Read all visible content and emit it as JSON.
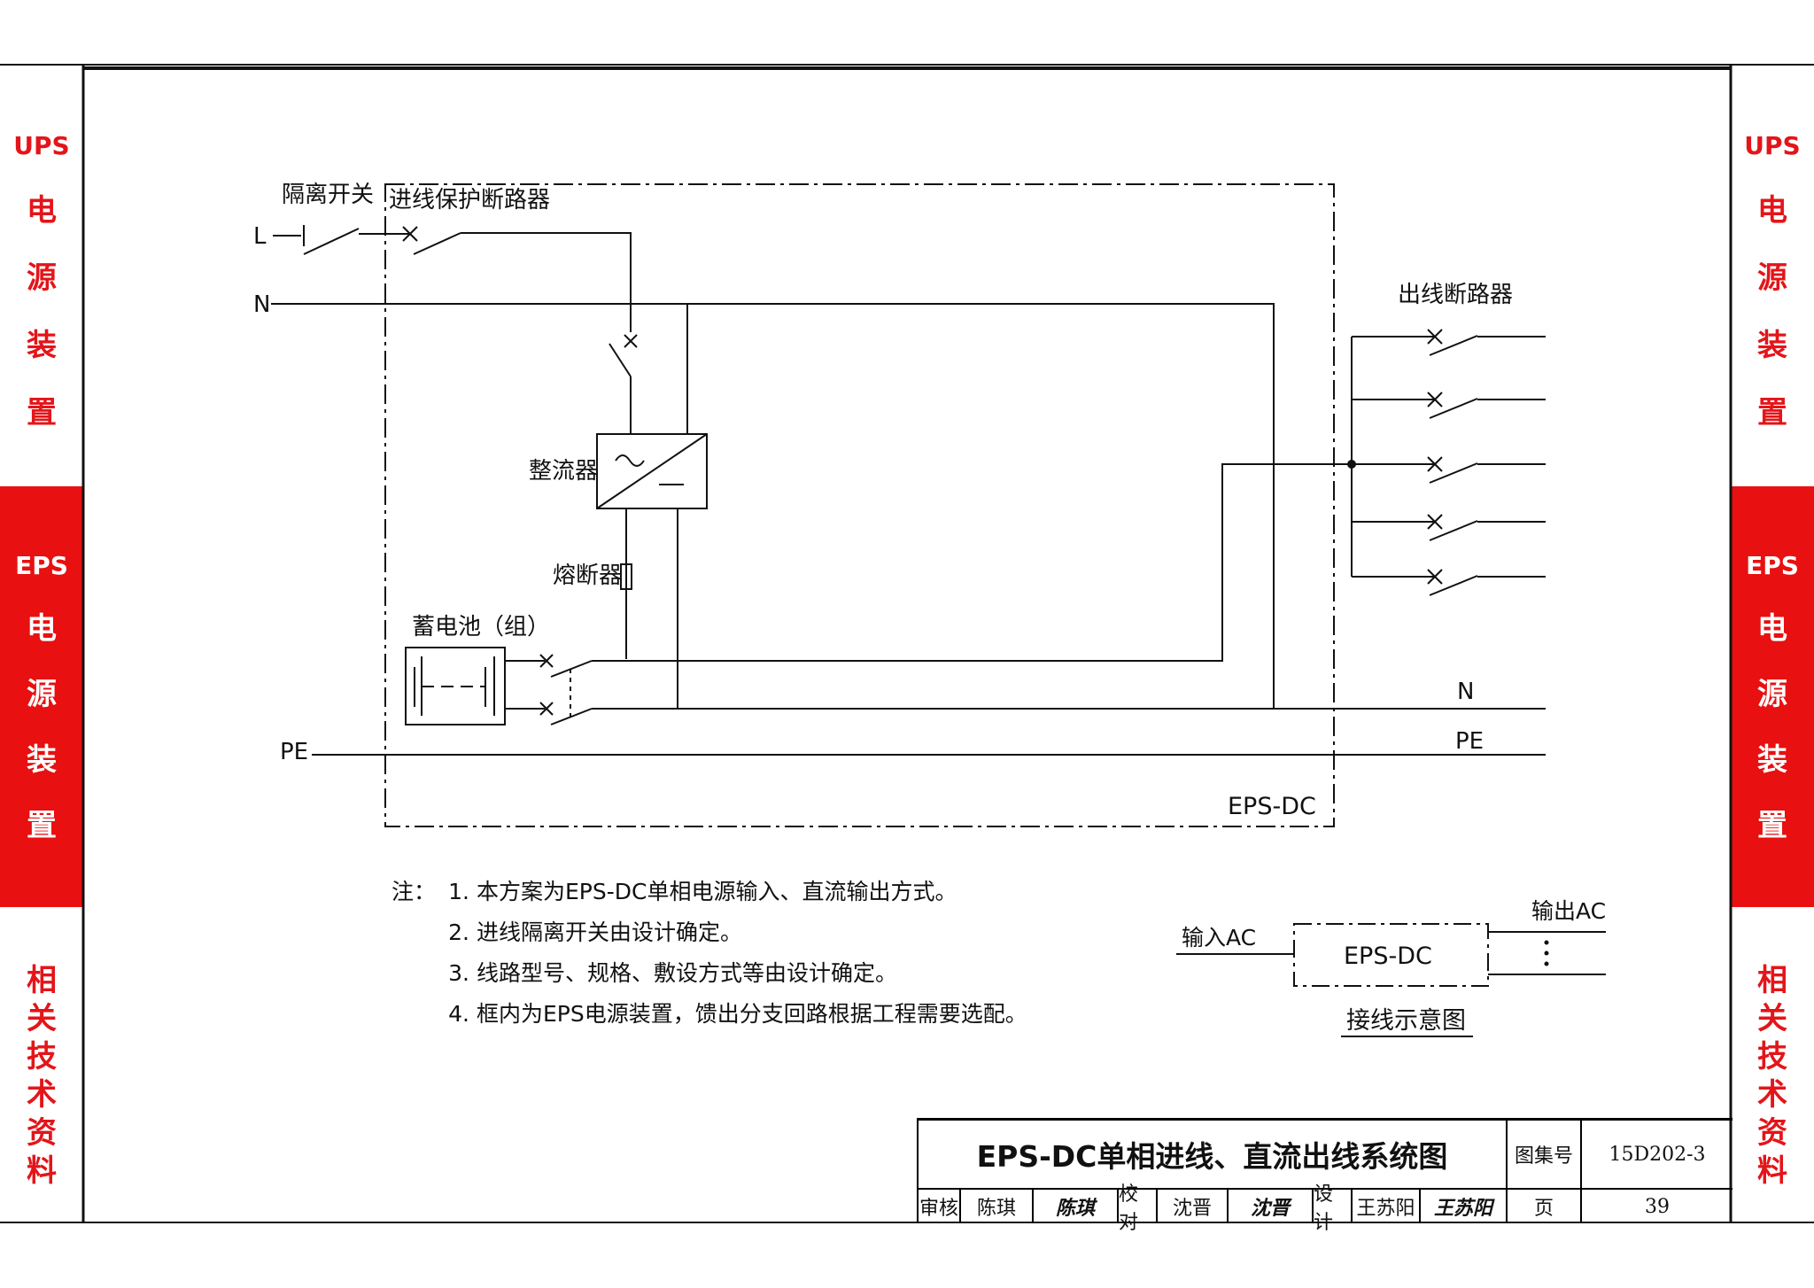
{
  "side_tabs": {
    "ups": {
      "en": "UPS",
      "chars": [
        "电",
        "源",
        "装",
        "置"
      ]
    },
    "eps": {
      "en": "EPS",
      "chars": [
        "电",
        "源",
        "装",
        "置"
      ]
    },
    "related": {
      "chars": [
        "相",
        "关",
        "技",
        "术",
        "资",
        "料"
      ]
    }
  },
  "diagram": {
    "labels": {
      "isolating_switch": "隔离开关",
      "input_breaker": "进线保护断路器",
      "L": "L",
      "N_in": "N",
      "PE_in": "PE",
      "rectifier": "整流器",
      "fuse": "熔断器",
      "battery": "蓄电池（组）",
      "output_breakers": "出线断路器",
      "N_out": "N",
      "PE_out": "PE",
      "eps_box": "EPS-DC"
    },
    "wiring_sketch": {
      "input": "输入AC",
      "output": "输出AC",
      "box": "EPS-DC",
      "caption": "接线示意图"
    }
  },
  "notes": {
    "label": "注：",
    "items": [
      {
        "num": "1.",
        "text": "本方案为EPS-DC单相电源输入、直流输出方式。"
      },
      {
        "num": "2.",
        "text": "进线隔离开关由设计确定。"
      },
      {
        "num": "3.",
        "text": "线路型号、规格、敷设方式等由设计确定。"
      },
      {
        "num": "4.",
        "text": "框内为EPS电源装置，馈出分支回路根据工程需要选配。"
      }
    ]
  },
  "title_block": {
    "title": "EPS-DC单相进线、直流出线系统图",
    "atlas_no_label": "图集号",
    "atlas_no": "15D202-3",
    "review_label": "审核",
    "reviewer": "陈琪",
    "reviewer_signature": "陈琪",
    "check_label": "校对",
    "checker": "沈晋",
    "checker_signature": "沈晋",
    "design_label": "设计",
    "designer": "王苏阳",
    "designer_signature": "王苏阳",
    "page_label": "页",
    "page": "39"
  }
}
